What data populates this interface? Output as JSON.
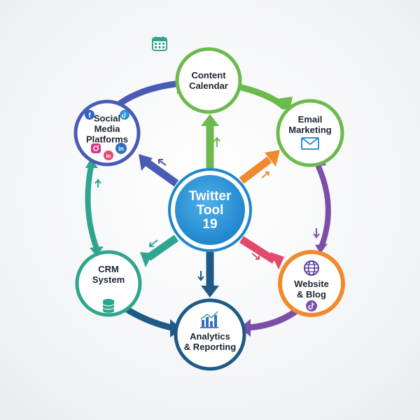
{
  "hub": {
    "line1": "Twitter",
    "line2": "Tool",
    "line3": "19"
  },
  "nodes": {
    "content": {
      "line1": "Content",
      "line2": "Calendar",
      "color": "#6cb94c"
    },
    "email": {
      "line1": "Email",
      "line2": "Marketing",
      "color": "#6cb94c"
    },
    "website": {
      "line1": "Website",
      "line2": "& Blog",
      "color": "#f08a2e"
    },
    "analytics": {
      "line1": "Analytics",
      "line2": "& Reporting",
      "color": "#1f5a86"
    },
    "crm": {
      "line1": "CRM",
      "line2": "System",
      "color": "#2fa58f"
    },
    "social": {
      "line1": "Social",
      "line2": "Media",
      "line3": "Platforms",
      "color": "#4a5bb5"
    }
  },
  "icons": {
    "calendar": "calendar-icon",
    "envelope": "envelope-icon",
    "globe": "globe-icon",
    "tiktok": "tiktok-icon",
    "bar_chart": "bar-chart-icon",
    "database": "database-icon",
    "facebook": "facebook-icon",
    "instagram": "instagram-icon",
    "linkedin": "linkedin-icon"
  },
  "colors": {
    "hub": "#2b93d6",
    "green": "#6cb94c",
    "orange": "#f08a2e",
    "pink": "#e2496c",
    "purple": "#7b4fa8",
    "navy": "#1f5a86",
    "teal": "#2fa58f",
    "indigo": "#4a5bb5"
  }
}
